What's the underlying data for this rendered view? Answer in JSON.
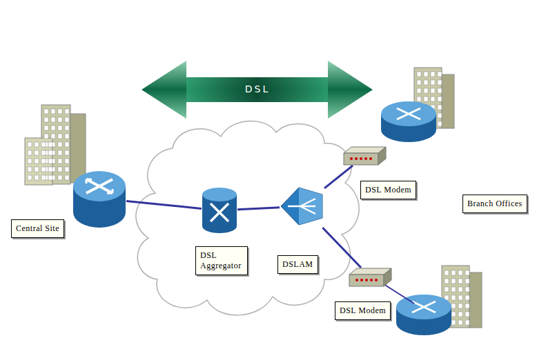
{
  "diagram": {
    "nodes": [
      {
        "text": [
          "Central Site"
        ]
      },
      {
        "text": [
          "DSL Aggregator"
        ]
      },
      {
        "text": [
          "DSLAM"
        ]
      },
      {
        "text": [
          "DSL Modem"
        ]
      },
      {
        "text": [
          "DSL Modem"
        ]
      }
    ],
    "edges": [
      {
        "from": 0,
        "to": 1,
        "arrow": "none"
      },
      {
        "from": 1,
        "to": 2,
        "arrow": "none"
      },
      {
        "from": 2,
        "to": 3,
        "arrow": "none"
      },
      {
        "from": 2,
        "to": 4,
        "arrow": "none"
      }
    ],
    "labels": [
      "DSL",
      "Branch Offices"
    ]
  }
}
